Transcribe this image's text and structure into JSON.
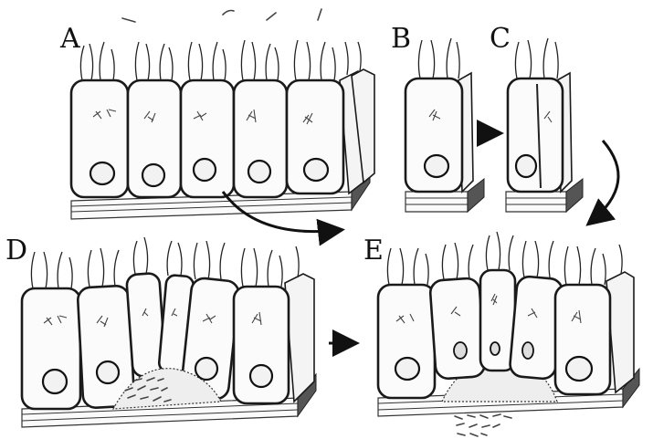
{
  "panels": [
    {
      "id": "A",
      "label": "A"
    },
    {
      "id": "B",
      "label": "B"
    },
    {
      "id": "C",
      "label": "C"
    },
    {
      "id": "D",
      "label": "D"
    },
    {
      "id": "E",
      "label": "E"
    }
  ]
}
